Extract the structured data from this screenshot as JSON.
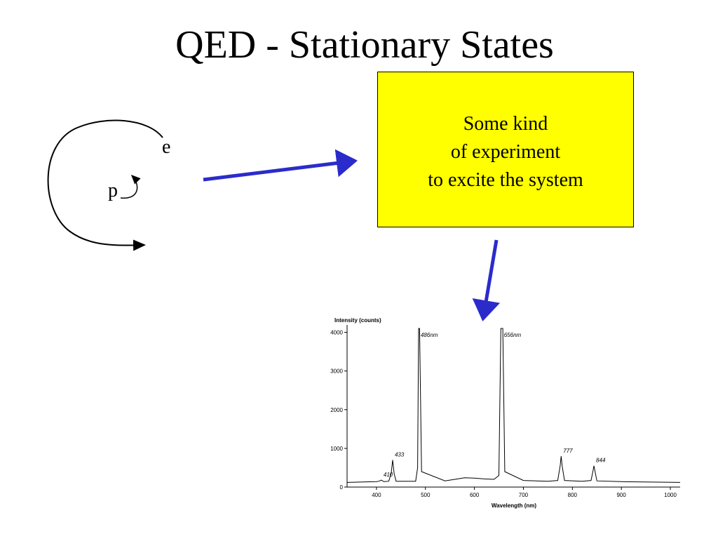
{
  "slide": {
    "title": "QED - Stationary States",
    "box_lines": [
      "Some kind",
      "of experiment",
      "to excite the system"
    ],
    "electron_label": "e",
    "proton_label": "p",
    "colors": {
      "box_fill": "#ffff00",
      "arrow": "#2b2bcc"
    }
  },
  "chart_data": {
    "type": "line",
    "ylabel": "Intensity (counts)",
    "xlabel": "Wavelength (nm)",
    "xlim": [
      340,
      1020
    ],
    "ylim": [
      0,
      4100
    ],
    "xticks": [
      400,
      500,
      600,
      700,
      800,
      900,
      1000
    ],
    "yticks": [
      0,
      1000,
      2000,
      3000,
      4000
    ],
    "x": [
      340,
      400,
      405,
      410,
      415,
      425,
      430,
      433,
      436,
      440,
      480,
      484,
      486,
      488,
      492,
      540,
      560,
      580,
      600,
      620,
      640,
      650,
      654,
      656,
      658,
      662,
      700,
      750,
      770,
      775,
      777,
      779,
      784,
      820,
      838,
      841,
      844,
      847,
      850,
      900,
      1020
    ],
    "y": [
      120,
      140,
      150,
      180,
      140,
      150,
      350,
      700,
      350,
      150,
      150,
      500,
      4100,
      4100,
      400,
      160,
      200,
      240,
      230,
      210,
      200,
      300,
      4100,
      4100,
      4100,
      400,
      170,
      150,
      170,
      550,
      800,
      550,
      170,
      150,
      170,
      350,
      550,
      350,
      160,
      140,
      120
    ],
    "peak_annotations": [
      {
        "label": "410",
        "x": 410,
        "y": 180
      },
      {
        "label": "433",
        "x": 433,
        "y": 700
      },
      {
        "label": "486nm",
        "x": 486,
        "y": 4100
      },
      {
        "label": "656nm",
        "x": 656,
        "y": 4100
      },
      {
        "label": "777",
        "x": 777,
        "y": 800
      },
      {
        "label": "844",
        "x": 844,
        "y": 550
      }
    ]
  }
}
